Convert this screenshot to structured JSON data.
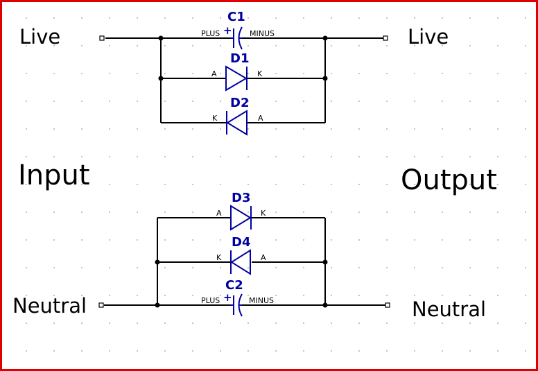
{
  "frame": {
    "border_color": "#e00000"
  },
  "labels": {
    "live_in": "Live",
    "live_out": "Live",
    "input": "Input",
    "output": "Output",
    "neutral_in": "Neutral",
    "neutral_out": "Neutral"
  },
  "components": {
    "c1": {
      "ref": "C1",
      "pin_a": "PLUS",
      "pin_b": "MINUS",
      "plus_sign": "+"
    },
    "d1": {
      "ref": "D1",
      "pin_a": "A",
      "pin_b": "K"
    },
    "d2": {
      "ref": "D2",
      "pin_a": "K",
      "pin_b": "A"
    },
    "d3": {
      "ref": "D3",
      "pin_a": "A",
      "pin_b": "K"
    },
    "d4": {
      "ref": "D4",
      "pin_a": "K",
      "pin_b": "A"
    },
    "c2": {
      "ref": "C2",
      "pin_a": "PLUS",
      "pin_b": "MINUS",
      "plus_sign": "+"
    }
  },
  "colors": {
    "wire": "#000000",
    "symbol": "#0000a0",
    "grid": "#9a9a9a"
  }
}
